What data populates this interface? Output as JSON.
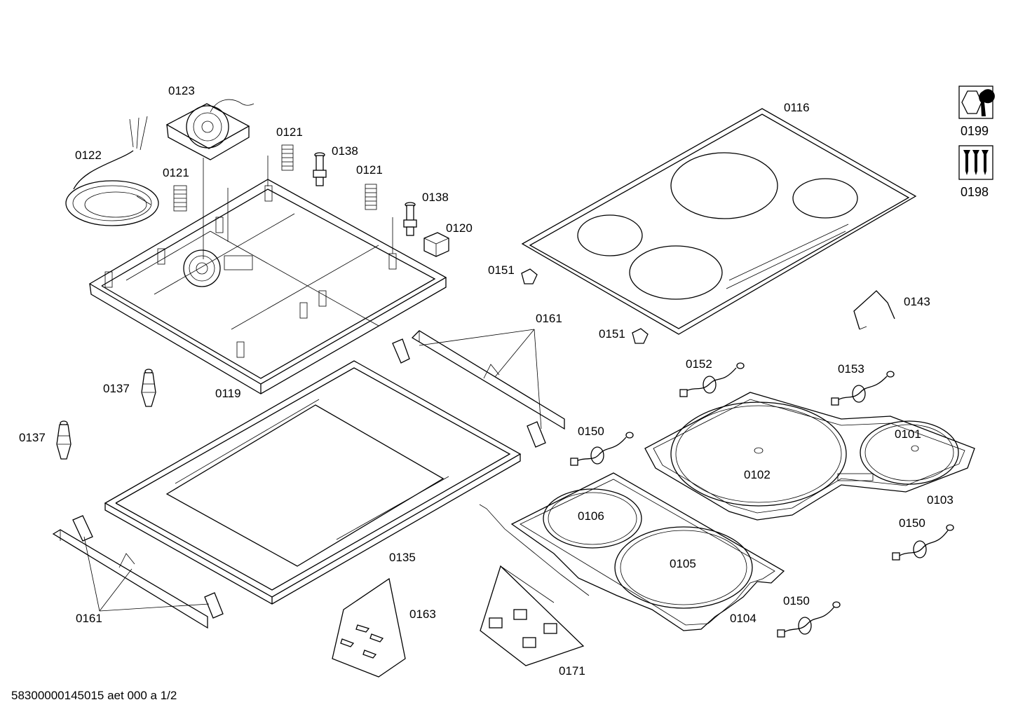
{
  "footer": {
    "code": "58300000145015 aet 000 a 1/2"
  },
  "icons": [
    {
      "name": "service-tool-icon",
      "label": "0199"
    },
    {
      "name": "screws-icon",
      "label": "0198"
    }
  ],
  "labels": {
    "l0123": "0123",
    "l0122": "0122",
    "l0121a": "0121",
    "l0121b": "0121",
    "l0121c": "0121",
    "l0138a": "0138",
    "l0138b": "0138",
    "l0120": "0120",
    "l0119": "0119",
    "l0137a": "0137",
    "l0137b": "0137",
    "l0116": "0116",
    "l0151a": "0151",
    "l0151b": "0151",
    "l0161a": "0161",
    "l0161b": "0161",
    "l0143": "0143",
    "l0152": "0152",
    "l0153": "0153",
    "l0150a": "0150",
    "l0150b": "0150",
    "l0150c": "0150",
    "l0101": "0101",
    "l0102": "0102",
    "l0103": "0103",
    "l0106": "0106",
    "l0105": "0105",
    "l0104": "0104",
    "l0135": "0135",
    "l0163": "0163",
    "l0171": "0171"
  }
}
